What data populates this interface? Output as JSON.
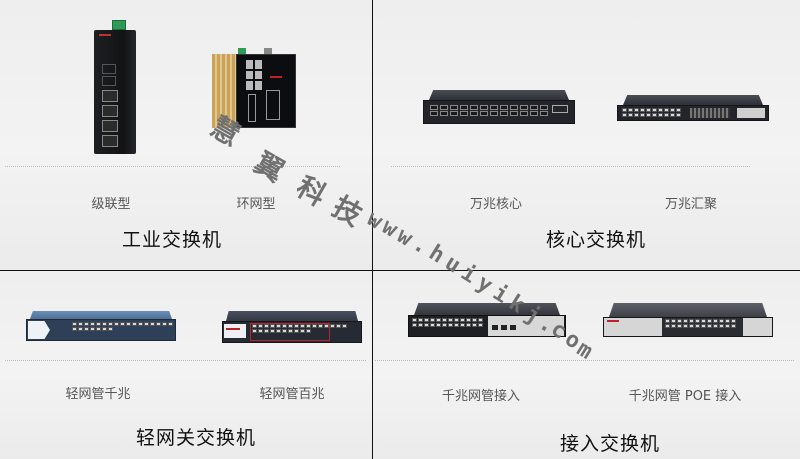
{
  "watermark": {
    "cn_chars": [
      "慧",
      "翼",
      "科",
      "技"
    ],
    "url_chars": [
      "w",
      "w",
      "w",
      ".",
      "h",
      "u",
      "i",
      "y",
      "i",
      "k",
      "j",
      ".",
      "c",
      "o",
      "m"
    ],
    "color": "#707070"
  },
  "categories": [
    {
      "id": "industrial",
      "title": "工业交换机",
      "products": [
        {
          "label": "级联型",
          "icon": "din-rail-switch-icon"
        },
        {
          "label": "环网型",
          "icon": "ring-network-switch-icon"
        }
      ]
    },
    {
      "id": "core",
      "title": "核心交换机",
      "products": [
        {
          "label": "万兆核心",
          "icon": "rack-core-switch-icon"
        },
        {
          "label": "万兆汇聚",
          "icon": "rack-aggregation-switch-icon"
        }
      ]
    },
    {
      "id": "light-managed",
      "title": "轻网关交换机",
      "products": [
        {
          "label": "轻网管千兆",
          "icon": "blue-24port-switch-icon"
        },
        {
          "label": "轻网管百兆",
          "icon": "gray-24port-switch-icon"
        }
      ]
    },
    {
      "id": "access",
      "title": "接入交换机",
      "products": [
        {
          "label": "千兆网管接入",
          "icon": "access-switch-icon"
        },
        {
          "label": "千兆网管 POE 接入",
          "icon": "poe-switch-icon"
        }
      ]
    }
  ],
  "colors": {
    "background": "#ececec",
    "divider": "#111111",
    "label_text": "#555555",
    "title_text": "#111111",
    "accent_red": "#c0202a",
    "blue_switch": "#5a7aa0"
  }
}
